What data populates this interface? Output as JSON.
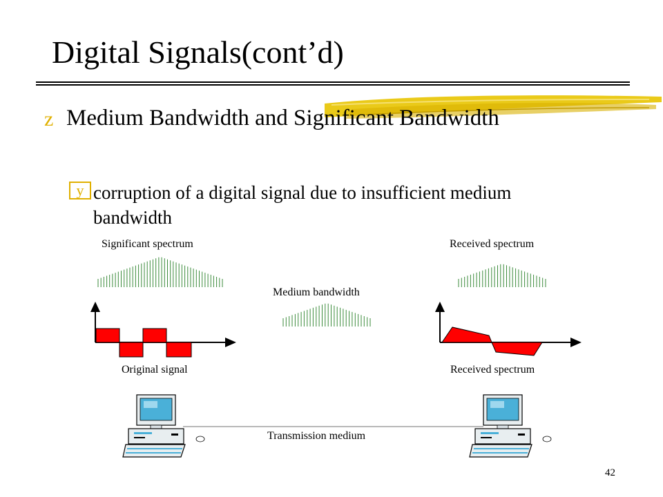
{
  "title": "Digital Signals(cont’d)",
  "bullets": {
    "level1": "Medium Bandwidth and Significant Bandwidth",
    "level1_marker": "z",
    "level2": "corruption of a digital signal due to insufficient medium bandwidth",
    "level2_marker": "y"
  },
  "diagram": {
    "significant_spectrum": "Significant spectrum",
    "medium_bandwidth": "Medium bandwidth",
    "received_spectrum_top": "Received spectrum",
    "original_signal": "Original signal",
    "received_spectrum_bottom": "Received spectrum",
    "transmission_medium": "Transmission medium"
  },
  "colors": {
    "accent_brush": "#e8c400",
    "signal_fill": "#ff0000",
    "spectrum_lines": "#3a8a3a",
    "bullet2_marker": "#e0b000"
  },
  "page_number": "42"
}
